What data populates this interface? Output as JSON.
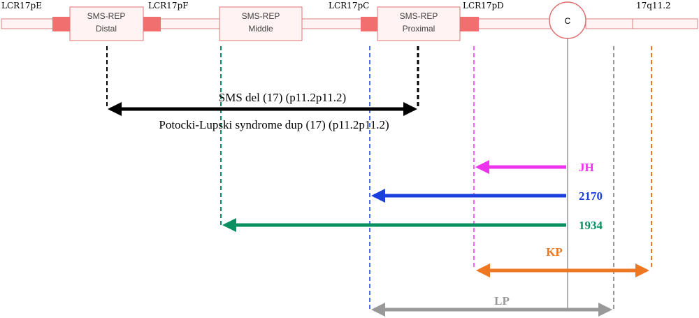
{
  "lcr_labels": {
    "e": "LCR17pE",
    "f": "LCR17pF",
    "c": "LCR17pC",
    "d": "LCR17pD",
    "q": "17q11.2"
  },
  "boxes": {
    "distal": {
      "line1": "SMS-REP",
      "line2": "Distal"
    },
    "middle": {
      "line1": "SMS-REP",
      "line2": "Middle"
    },
    "proximal": {
      "line1": "SMS-REP",
      "line2": "Proximal"
    }
  },
  "centromere": "C",
  "sms_text": "SMS del (17) (p11.2p11.2)",
  "pls_text": "Potocki-Lupski syndrome dup (17) (p11.2p11.2)",
  "patients": {
    "jh": "JH",
    "p2170": "2170",
    "p1934": "1934",
    "kp": "KP",
    "lp": "LP"
  },
  "colors": {
    "chromosome_fill": "#fff3f3",
    "chromosome_stroke": "#d98080",
    "lcr_block": "#f26f6f",
    "box_fill": "#fff3f3",
    "box_stroke": "#e07070",
    "sms": "#000000",
    "jh": "#ee33ee",
    "p2170": "#1a3fdd",
    "p1934": "#0a9060",
    "kp": "#ee7722",
    "lp": "#999999",
    "centromere_line": "#666666"
  }
}
